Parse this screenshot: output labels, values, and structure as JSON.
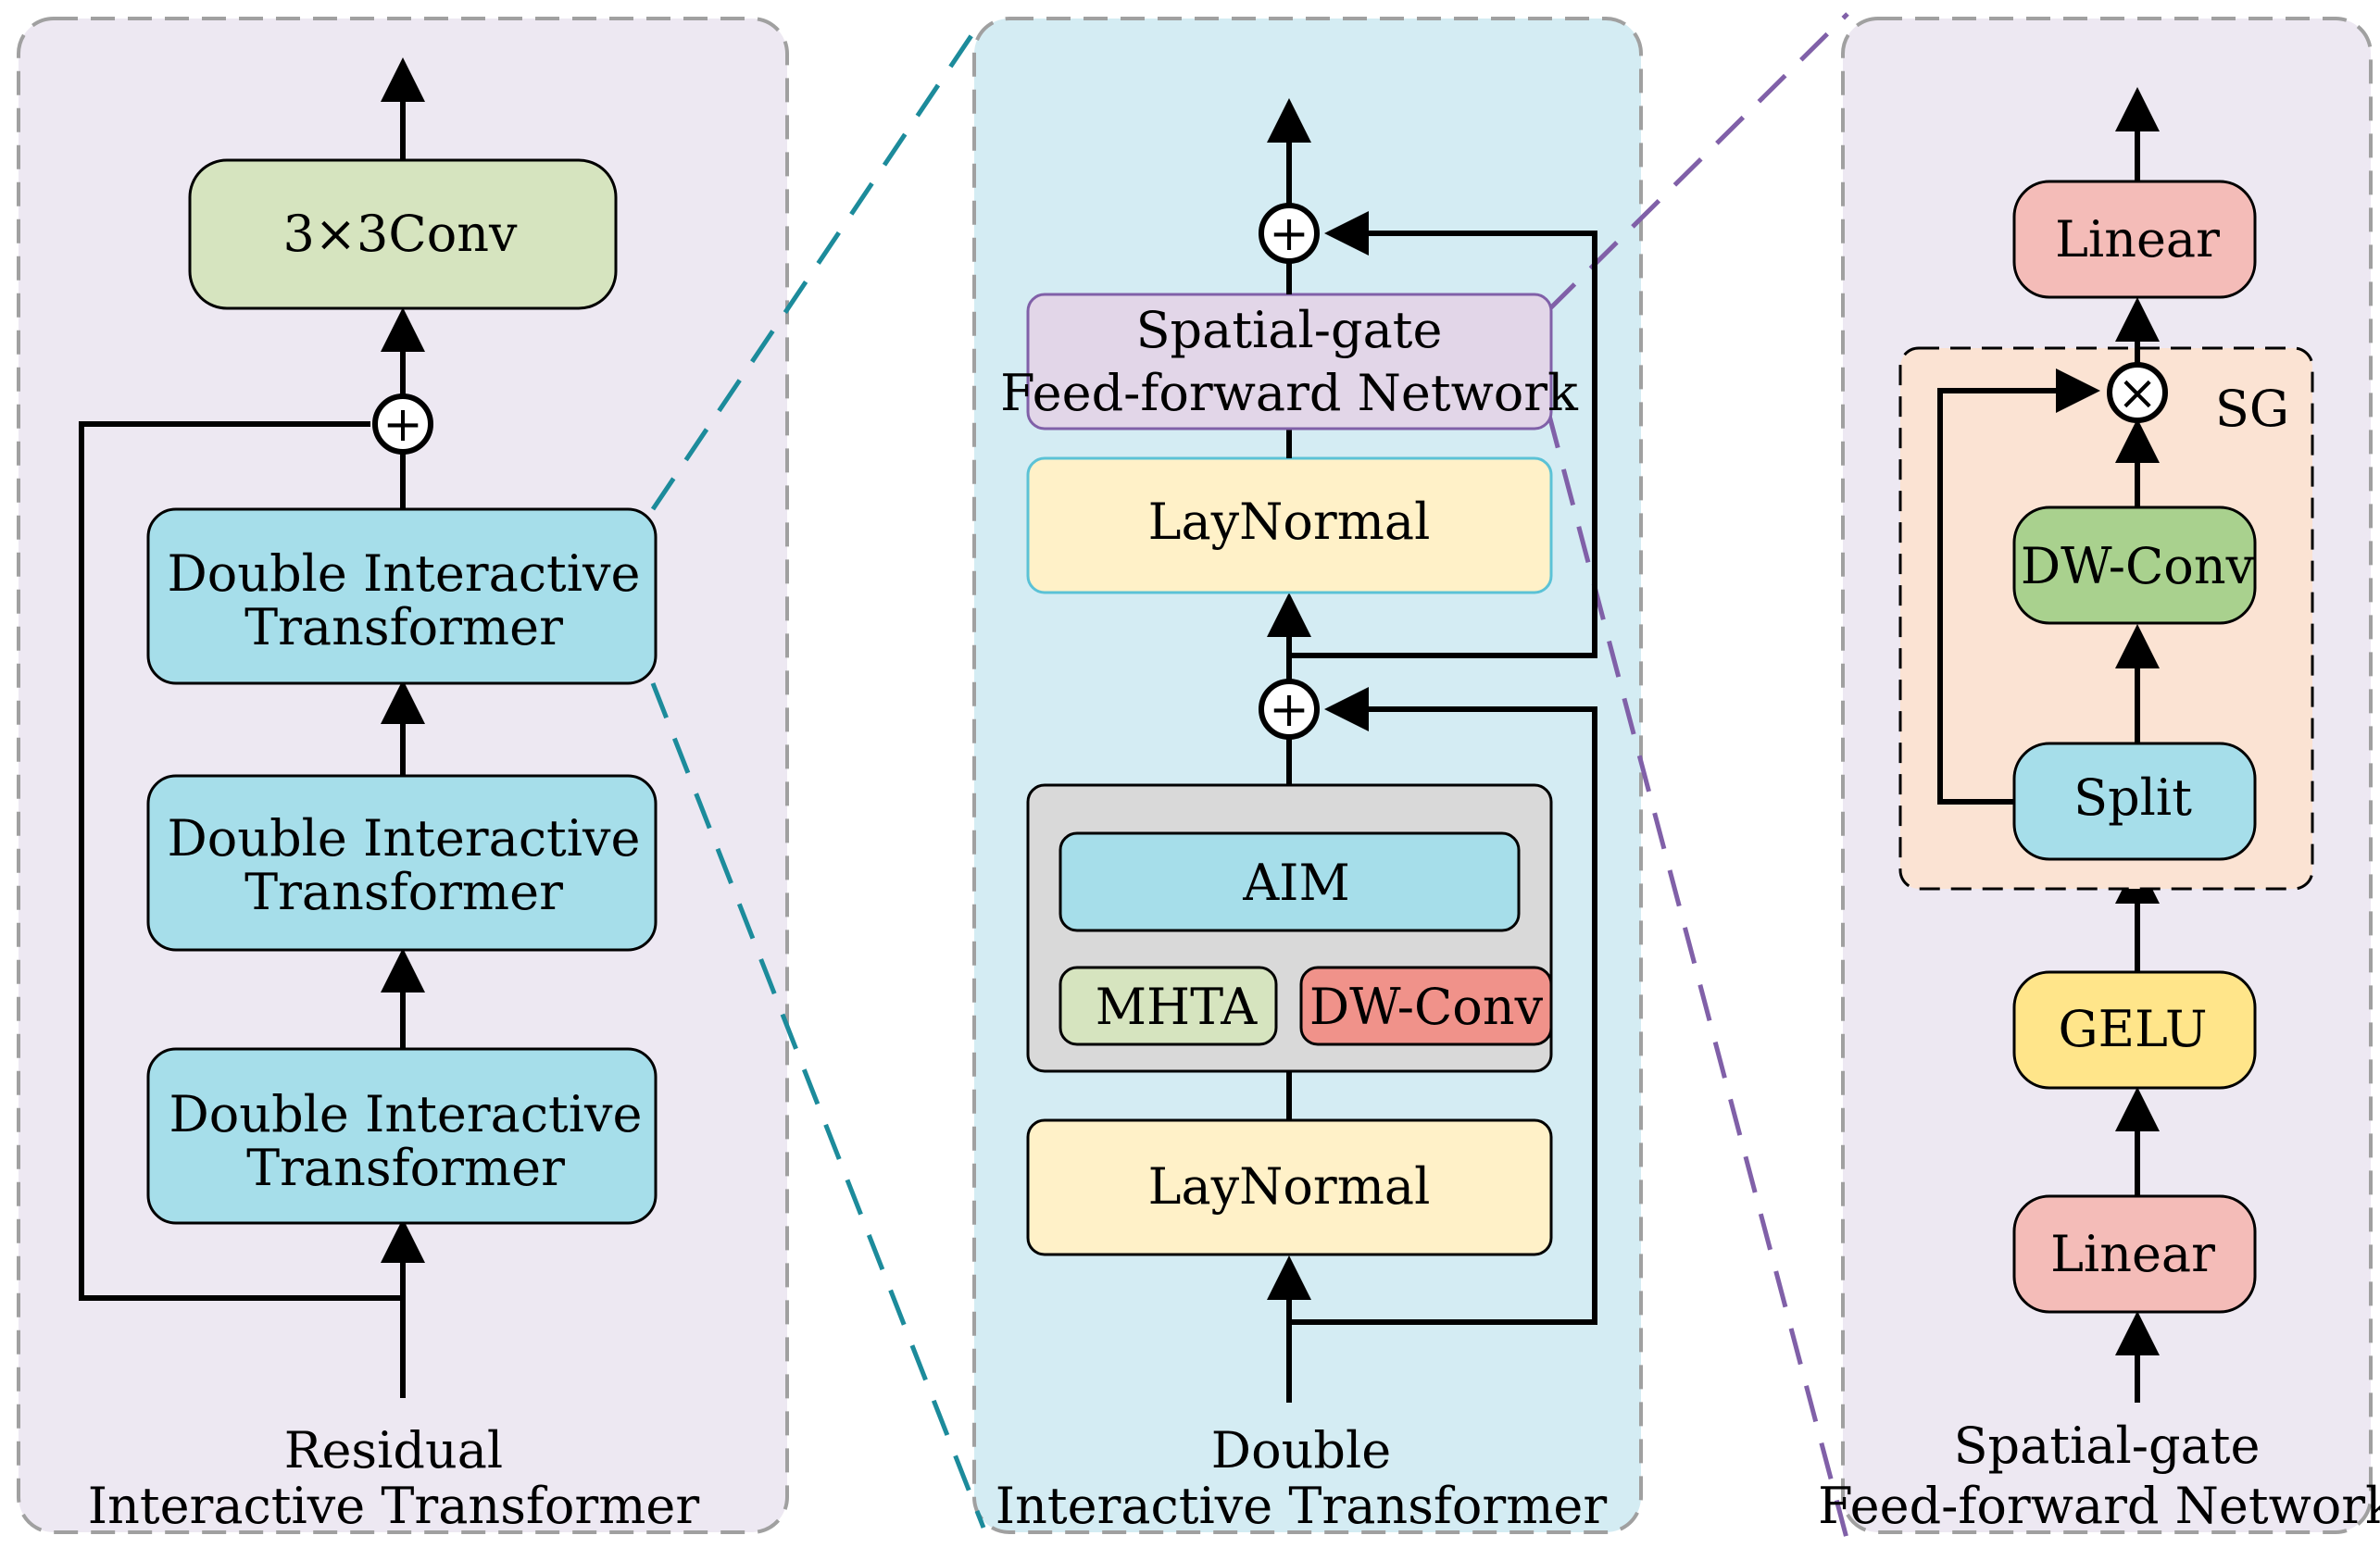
{
  "panels": {
    "left": {
      "caption_line1": "Residual",
      "caption_line2": "Interactive Transformer",
      "conv_label": "3×3Conv",
      "dit_line1": "Double Interactive",
      "dit_line2": "Transformer"
    },
    "middle": {
      "caption_line1": "Double",
      "caption_line2": "Interactive Transformer",
      "sgffn_line1": "Spatial-gate",
      "sgffn_line2": "Feed-forward Network",
      "layernorm_label": "LayNormal",
      "aim_label": "AIM",
      "mhta_label": "MHTA",
      "dwconv_label": "DW-Conv"
    },
    "right": {
      "caption_line1": "Spatial-gate",
      "caption_line2": "Feed-forward Network",
      "linear_label": "Linear",
      "sg_label": "SG",
      "dwconv_label": "DW-Conv",
      "split_label": "Split",
      "gelu_label": "GELU"
    }
  },
  "operators": {
    "add": "+",
    "multiply": "×"
  },
  "colors": {
    "left_panel_bg": "#ede8f2",
    "middle_panel_bg": "#d4ecf3",
    "right_panel_bg": "#ede8f2",
    "panel_border": "#a0a0a0",
    "teal_block": "#a6deea",
    "green_block": "#d6e4bf",
    "yellow_block": "#fff1c8",
    "purple_block": "#e2d6e8",
    "gray_block": "#d9d9d9",
    "red_block": "#f0928a",
    "pink_block": "#f4bcb8",
    "gelu_block": "#ffe58a",
    "dwconv_green": "#a9d18e",
    "sg_bg": "#fbe3d3",
    "teal_dash": "#1c8b9b",
    "purple_dash": "#8060a8"
  }
}
